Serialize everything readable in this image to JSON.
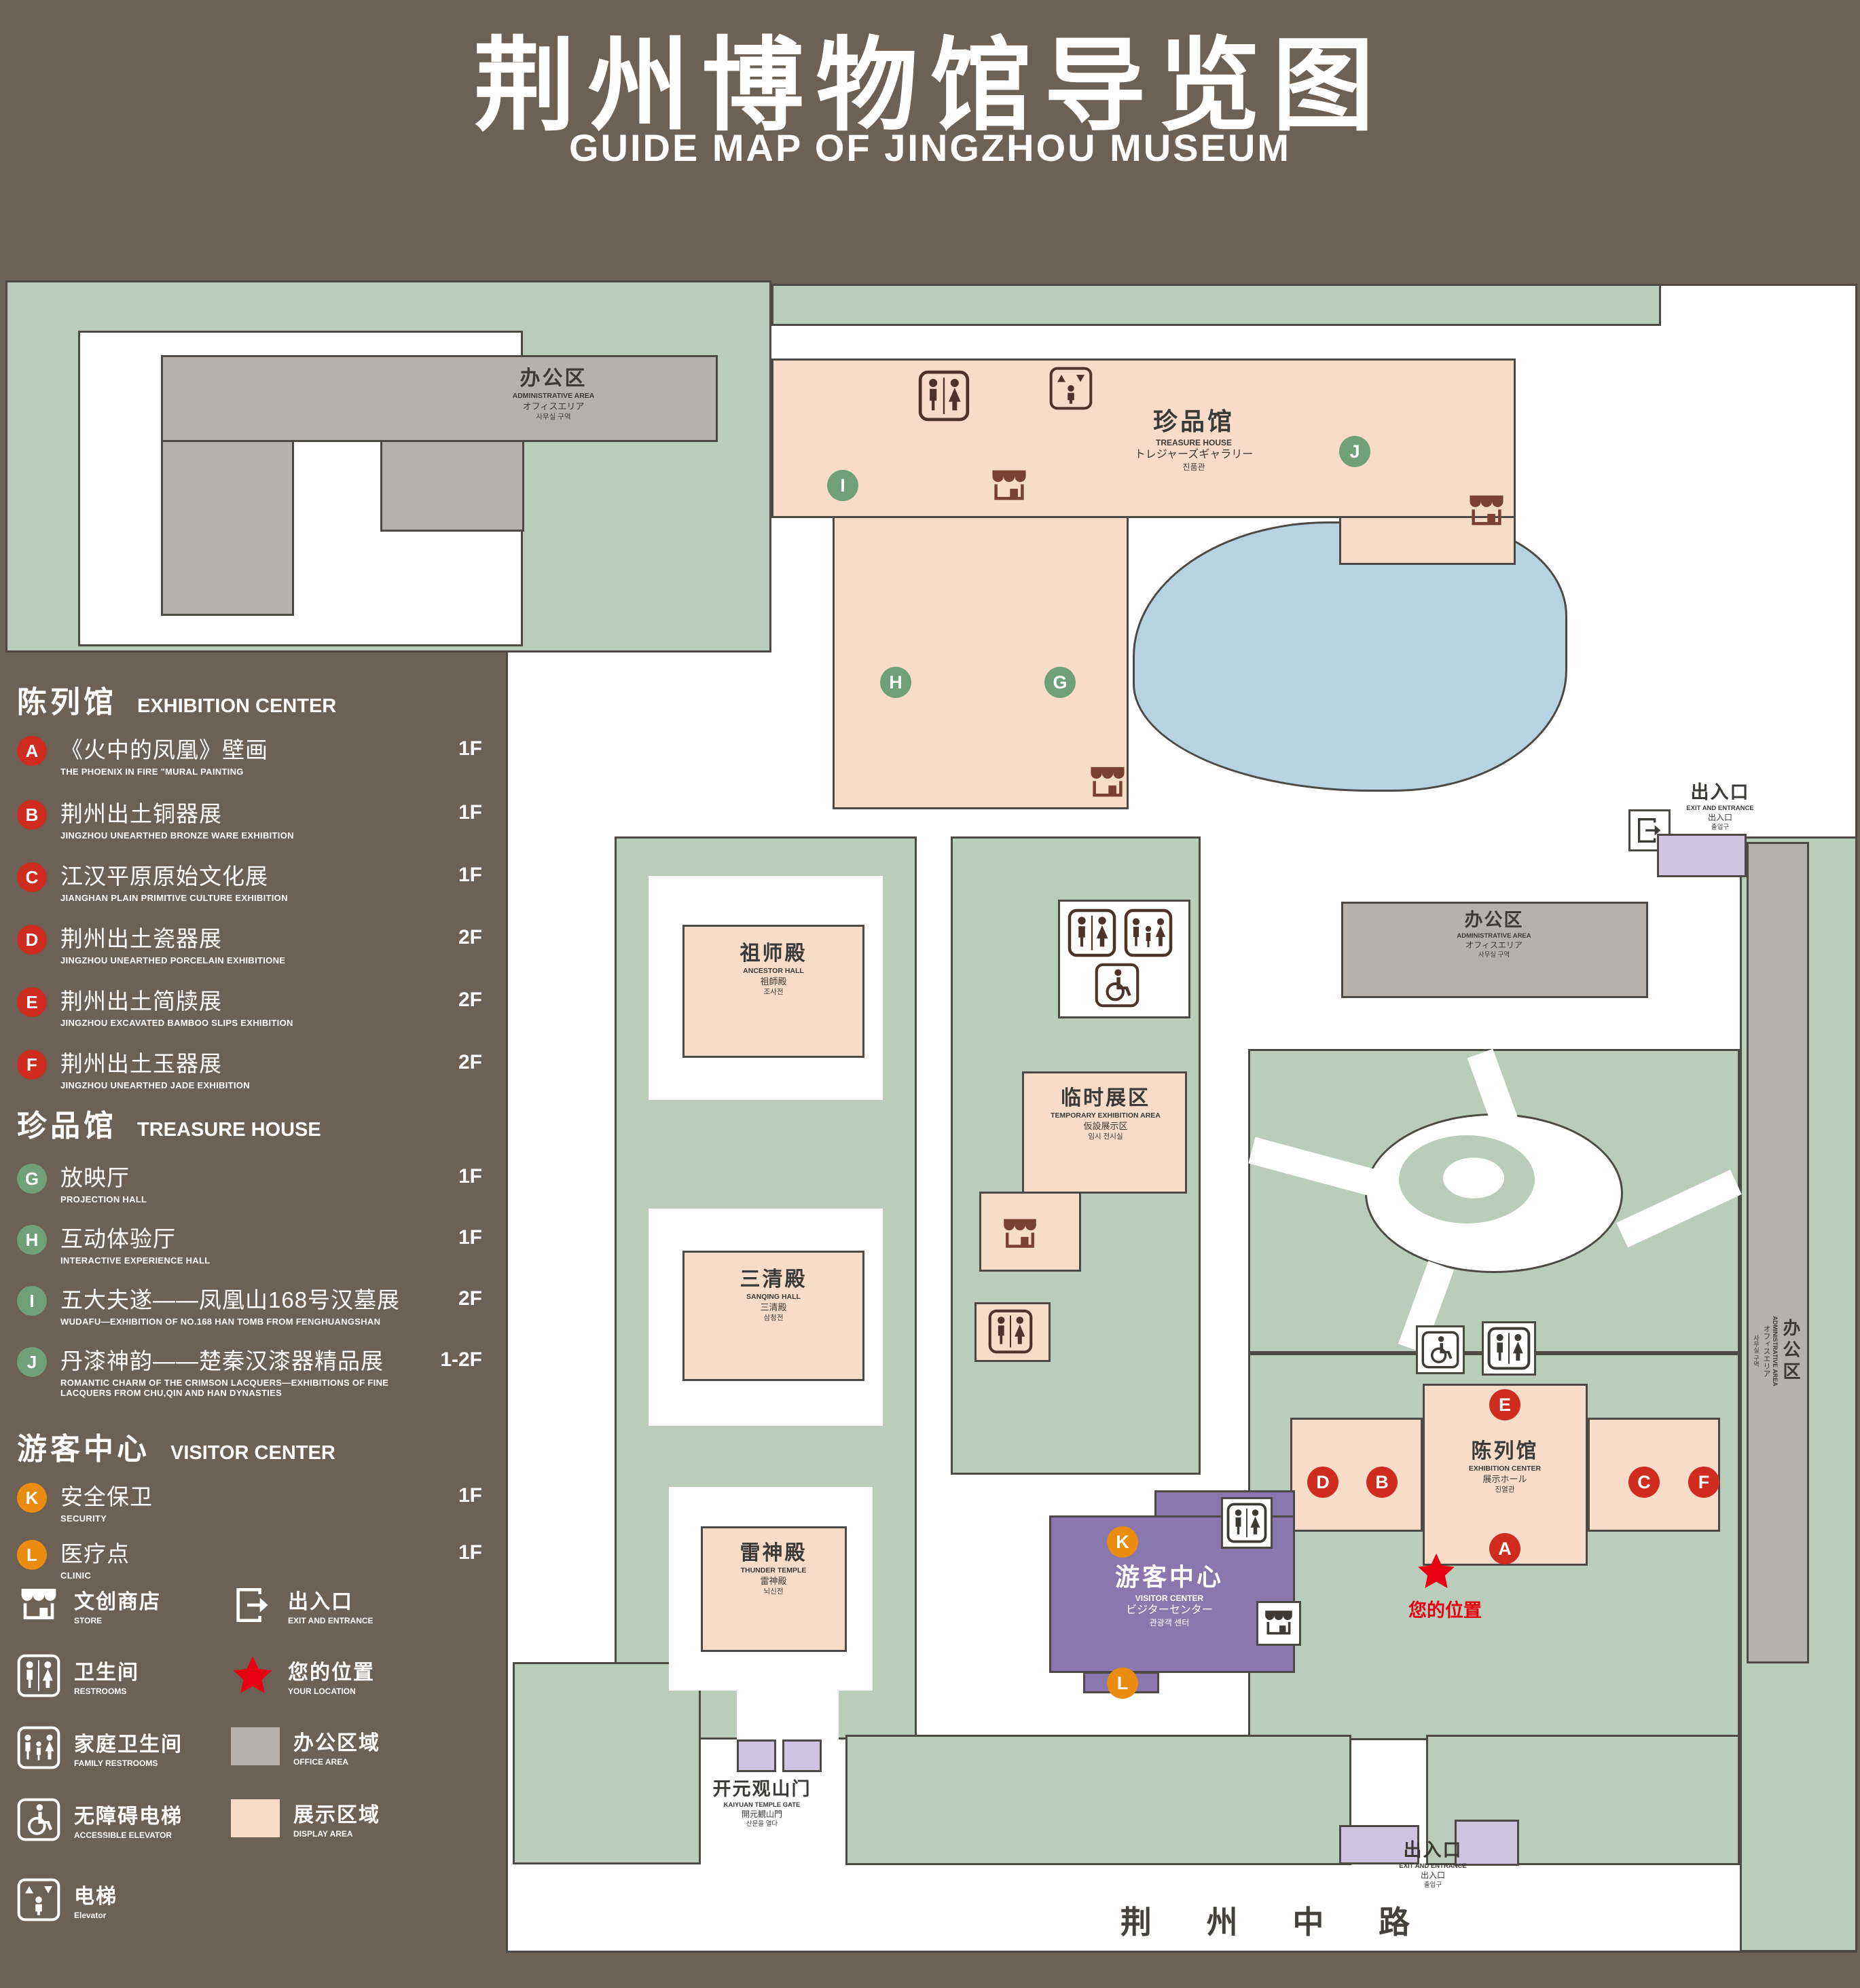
{
  "title": {
    "zh": "荆州博物馆导览图",
    "en": "GUIDE MAP OF JINGZHOU MUSEUM"
  },
  "colors": {
    "background": "#6d6054",
    "green": "#bacdbb",
    "display_pink": "#f8dcca",
    "office_gray": "#b6b1ac",
    "visitor_purple": "#8a77ae",
    "entrance_purple": "#cfc5e2",
    "pond_blue": "#b7d3e2",
    "marker_red": "#cf2b1f",
    "marker_green": "#6fa077",
    "marker_orange": "#e98c10",
    "location_red": "#e60012"
  },
  "legend": {
    "sections": [
      {
        "zh": "陈列馆",
        "en": "EXHIBITION CENTER",
        "items": [
          {
            "letter": "A",
            "zh": "《火中的凤凰》壁画",
            "en": "THE PHOENIX IN FIRE \"MURAL PAINTING",
            "floor": "1F"
          },
          {
            "letter": "B",
            "zh": "荆州出土铜器展",
            "en": "JINGZHOU UNEARTHED BRONZE WARE EXHIBITION",
            "floor": "1F"
          },
          {
            "letter": "C",
            "zh": "江汉平原原始文化展",
            "en": "JIANGHAN PLAIN PRIMITIVE CULTURE EXHIBITION",
            "floor": "1F"
          },
          {
            "letter": "D",
            "zh": "荆州出土瓷器展",
            "en": "JINGZHOU UNEARTHED PORCELAIN EXHIBITIONE",
            "floor": "2F"
          },
          {
            "letter": "E",
            "zh": "荆州出土简牍展",
            "en": "JINGZHOU EXCAVATED BAMBOO SLIPS EXHIBITION",
            "floor": "2F"
          },
          {
            "letter": "F",
            "zh": "荆州出土玉器展",
            "en": "JINGZHOU UNEARTHED JADE EXHIBITION",
            "floor": "2F"
          }
        ]
      },
      {
        "zh": "珍品馆",
        "en": "TREASURE HOUSE",
        "items": [
          {
            "letter": "G",
            "zh": "放映厅",
            "en": "PROJECTION HALL",
            "floor": "1F"
          },
          {
            "letter": "H",
            "zh": "互动体验厅",
            "en": "INTERACTIVE EXPERIENCE HALL",
            "floor": "1F"
          },
          {
            "letter": "I",
            "zh": "五大夫遂——凤凰山168号汉墓展",
            "en": "WUDAFU—EXHIBITION OF NO.168 HAN TOMB FROM FENGHUANGSHAN",
            "floor": "2F"
          },
          {
            "letter": "J",
            "zh": "丹漆神韵——楚秦汉漆器精品展",
            "en": "ROMANTIC CHARM OF THE CRIMSON LACQUERS—EXHIBITIONS OF FINE LACQUERS FROM CHU,QIN AND HAN DYNASTIES",
            "floor": "1-2F"
          }
        ]
      },
      {
        "zh": "游客中心",
        "en": "VISITOR CENTER",
        "items": [
          {
            "letter": "K",
            "zh": "安全保卫",
            "en": "SECURITY",
            "floor": "1F"
          },
          {
            "letter": "L",
            "zh": "医疗点",
            "en": "CLINIC",
            "floor": "1F"
          }
        ]
      }
    ],
    "symbols": [
      {
        "icon": "store-icon",
        "zh": "文创商店",
        "en": "STORE"
      },
      {
        "icon": "exit-icon",
        "zh": "出入口",
        "en": "EXIT AND ENTRANCE"
      },
      {
        "icon": "restroom-icon",
        "zh": "卫生间",
        "en": "RESTROOMS"
      },
      {
        "icon": "location-star-icon",
        "zh": "您的位置",
        "en": "YOUR LOCATION"
      },
      {
        "icon": "family-restroom-icon",
        "zh": "家庭卫生间",
        "en": "FAMILY RESTROOMS"
      },
      {
        "icon": "office-area-swatch",
        "zh": "办公区域",
        "en": "OFFICE AREA"
      },
      {
        "icon": "accessible-elevator-icon",
        "zh": "无障碍电梯",
        "en": "ACCESSIBLE ELEVATOR"
      },
      {
        "icon": "display-area-swatch",
        "zh": "展示区域",
        "en": "DISPLAY AREA"
      },
      {
        "icon": "elevator-icon",
        "zh": "电梯",
        "en": "Elevator"
      }
    ]
  },
  "map": {
    "labels": {
      "admin": {
        "zh": "办公区",
        "en": "ADMINISTRATIVE AREA",
        "ja": "オフィスエリア",
        "ko": "사무실 구역"
      },
      "treasure": {
        "zh": "珍品馆",
        "en": "TREASURE HOUSE",
        "ja": "トレジャーズギャラリー",
        "ko": "진품관"
      },
      "ancestor": {
        "zh": "祖师殿",
        "en": "ANCESTOR HALL",
        "ja": "祖師殿",
        "ko": "조사전"
      },
      "temporary": {
        "zh": "临时展区",
        "en": "TEMPORARY EXHIBITION AREA",
        "ja": "仮設展示区",
        "ko": "임시 전시실"
      },
      "sanqing": {
        "zh": "三清殿",
        "en": "SANQING HALL",
        "ja": "三清殿",
        "ko": "삼청전"
      },
      "thunder": {
        "zh": "雷神殿",
        "en": "THUNDER TEMPLE",
        "ja": "雷神殿",
        "ko": "뇌신전"
      },
      "exhibition": {
        "zh": "陈列馆",
        "en": "EXHIBITION CENTER",
        "ja": "展示ホール",
        "ko": "진열관"
      },
      "visitor": {
        "zh": "游客中心",
        "en": "VISITOR CENTER",
        "ja": "ビジターセンター",
        "ko": "관광객 센터"
      },
      "gate": {
        "zh": "开元观山门",
        "en": "KAIYUAN TEMPLE GATE",
        "ja": "開元観山門",
        "ko": "산문을 열다"
      },
      "exit": {
        "zh": "出入口",
        "en": "EXIT AND ENTRANCE",
        "ja": "出入口",
        "ko": "출입구"
      },
      "road": "荆 州 中 路",
      "your_location": "您的位置"
    },
    "markers": {
      "A": "A",
      "B": "B",
      "C": "C",
      "D": "D",
      "E": "E",
      "F": "F",
      "G": "G",
      "H": "H",
      "I": "I",
      "J": "J",
      "K": "K",
      "L": "L"
    }
  }
}
